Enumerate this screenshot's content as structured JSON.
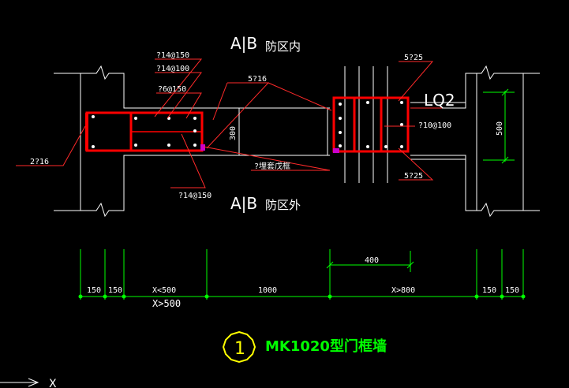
{
  "labels": {
    "top_grid": "A|B",
    "top_zone": "防区内",
    "bottom_grid": "A|B",
    "bottom_zone": "防区外",
    "lq2": "LQ2",
    "rebar_1": "?14@150",
    "rebar_2": "?14@100",
    "rebar_3": "?6@150",
    "rebar_4": "5?16",
    "rebar_5": "5?25",
    "rebar_6": "?10@100",
    "rebar_7": "5?25",
    "rebar_8": "2?16",
    "rebar_9": "?14@150",
    "embed_frame": "?埋套戊框",
    "dim_300": "300",
    "dim_500": "500",
    "dim_400": "400",
    "axis_x": "X"
  },
  "dimensions": [
    "150",
    "150",
    "X<500",
    "1000",
    "X>800",
    "150",
    "150"
  ],
  "dimension_note": "X>500",
  "title": {
    "number": "1",
    "text": "MK1020型门框墙"
  },
  "colors": {
    "background": "#000000",
    "wall_lines": "#ffffff",
    "rebar_frame": "#ff0000",
    "leaders": "#ff2a2a",
    "dimensions": "#00ff00",
    "title_circle": "#ffff00",
    "title_text": "#00ff00"
  }
}
